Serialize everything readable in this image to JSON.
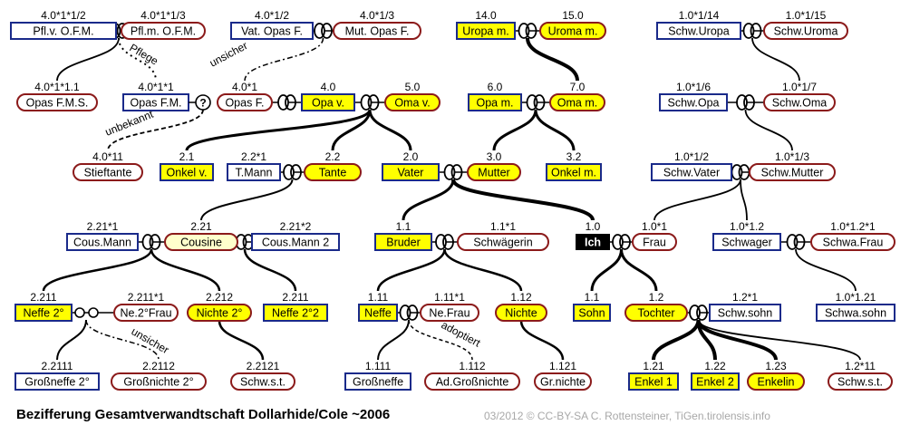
{
  "title": "Bezifferung Gesamtverwandtschaft Dollarhide/Cole ~2006",
  "credit": "03/2012 © CC-BY-SA C. Rottensteiner, TiGen.tirolensis.info",
  "colors": {
    "male_border": "#1a2a8a",
    "female_border": "#8b1a1a",
    "highlight": "#ffff00",
    "partner_fill": "#ffffcc",
    "self_fill": "#000000",
    "text": "#000000"
  },
  "persons": {
    "pflv": {
      "num": "4.0*1*1/2",
      "name": "Pfl.v. O.F.M."
    },
    "pflm": {
      "num": "4.0*1*1/3",
      "name": "Pfl.m. O.F.M."
    },
    "vatopas": {
      "num": "4.0*1/2",
      "name": "Vat. Opas F."
    },
    "mutopas": {
      "num": "4.0*1/3",
      "name": "Mut. Opas F."
    },
    "uropa": {
      "num": "14.0",
      "name": "Uropa m."
    },
    "uroma": {
      "num": "15.0",
      "name": "Uroma m."
    },
    "schwuropa": {
      "num": "1.0*1/14",
      "name": "Schw.Uropa"
    },
    "schwuroma": {
      "num": "1.0*1/15",
      "name": "Schw.Uroma"
    },
    "opasfms": {
      "num": "4.0*1*1.1",
      "name": "Opas F.M.S."
    },
    "opasfm": {
      "num": "4.0*1*1",
      "name": "Opas F.M."
    },
    "opasf": {
      "num": "4.0*1",
      "name": "Opas F."
    },
    "opav": {
      "num": "4.0",
      "name": "Opa v."
    },
    "omav": {
      "num": "5.0",
      "name": "Oma v."
    },
    "opam": {
      "num": "6.0",
      "name": "Opa m."
    },
    "omam": {
      "num": "7.0",
      "name": "Oma m."
    },
    "schwopa": {
      "num": "1.0*1/6",
      "name": "Schw.Opa"
    },
    "schwoma": {
      "num": "1.0*1/7",
      "name": "Schw.Oma"
    },
    "stieftante": {
      "num": "4.0*11",
      "name": "Stieftante"
    },
    "onkelv": {
      "num": "2.1",
      "name": "Onkel v."
    },
    "tmann": {
      "num": "2.2*1",
      "name": "T.Mann"
    },
    "tante": {
      "num": "2.2",
      "name": "Tante"
    },
    "vater": {
      "num": "2.0",
      "name": "Vater"
    },
    "mutter": {
      "num": "3.0",
      "name": "Mutter"
    },
    "onkelm": {
      "num": "3.2",
      "name": "Onkel m."
    },
    "schwvater": {
      "num": "1.0*1/2",
      "name": "Schw.Vater"
    },
    "schwmutter": {
      "num": "1.0*1/3",
      "name": "Schw.Mutter"
    },
    "cousmann": {
      "num": "2.21*1",
      "name": "Cous.Mann"
    },
    "cousine": {
      "num": "2.21",
      "name": "Cousine"
    },
    "cousmann2": {
      "num": "2.21*2",
      "name": "Cous.Mann 2"
    },
    "bruder": {
      "num": "1.1",
      "name": "Bruder"
    },
    "schwaegerin": {
      "num": "1.1*1",
      "name": "Schwägerin"
    },
    "ich": {
      "num": "1.0",
      "name": "Ich"
    },
    "frau": {
      "num": "1.0*1",
      "name": "Frau"
    },
    "schwager": {
      "num": "1.0*1.2",
      "name": "Schwager"
    },
    "schwafrau": {
      "num": "1.0*1.2*1",
      "name": "Schwa.Frau"
    },
    "neffe2": {
      "num": "2.211",
      "name": "Neffe 2°"
    },
    "ne2frau": {
      "num": "2.211*1",
      "name": "Ne.2°Frau"
    },
    "nichte2": {
      "num": "2.212",
      "name": "Nichte 2°"
    },
    "neffe22": {
      "num": "2.211",
      "name": "Neffe 2°2"
    },
    "neffe": {
      "num": "1.11",
      "name": "Neffe"
    },
    "nefrau": {
      "num": "1.11*1",
      "name": "Ne.Frau"
    },
    "nichte": {
      "num": "1.12",
      "name": "Nichte"
    },
    "sohn": {
      "num": "1.1",
      "name": "Sohn"
    },
    "tochter": {
      "num": "1.2",
      "name": "Tochter"
    },
    "schwsohn": {
      "num": "1.2*1",
      "name": "Schw.sohn"
    },
    "schwasohn": {
      "num": "1.0*1.21",
      "name": "Schwa.sohn"
    },
    "grossneffe2": {
      "num": "2.2111",
      "name": "Großneffe 2°"
    },
    "grossnichte2": {
      "num": "2.2112",
      "name": "Großnichte 2°"
    },
    "schwst1": {
      "num": "2.2121",
      "name": "Schw.s.t."
    },
    "grossneffe": {
      "num": "1.111",
      "name": "Großneffe"
    },
    "adgrossnichte": {
      "num": "1.112",
      "name": "Ad.Großnichte"
    },
    "grnichte": {
      "num": "1.121",
      "name": "Gr.nichte"
    },
    "enkel1": {
      "num": "1.21",
      "name": "Enkel 1"
    },
    "enkel2": {
      "num": "1.22",
      "name": "Enkel 2"
    },
    "enkelin": {
      "num": "1.23",
      "name": "Enkelin"
    },
    "schwst2": {
      "num": "1.2*11",
      "name": "Schw.s.t."
    }
  },
  "annotations": {
    "pflege": "Pflege",
    "unsicher1": "unsicher",
    "unbekannt": "unbekannt",
    "unsicher2": "unsicher",
    "adoptiert": "adoptiert",
    "unknown_marker": "?"
  }
}
